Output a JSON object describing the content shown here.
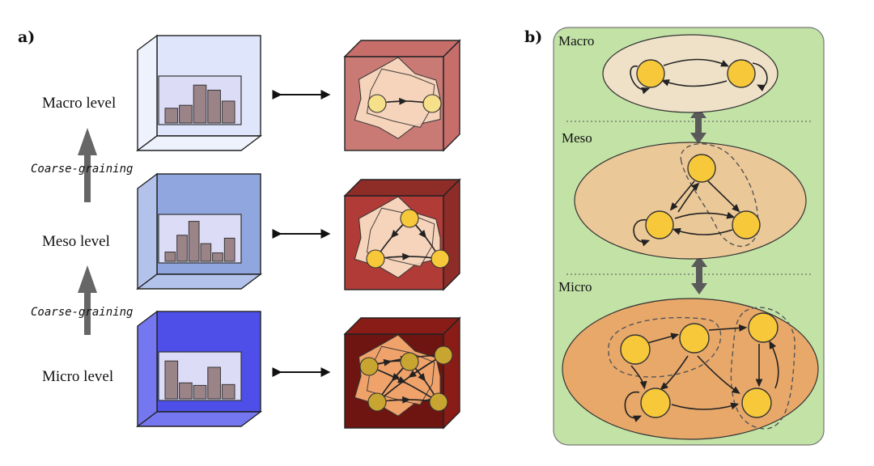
{
  "panel_a": {
    "label": "a)",
    "levels": [
      {
        "name": "Macro level",
        "face_color": "#dfe6fb",
        "side_color": "#eef2fd",
        "cube_color": "#c97a75",
        "cube_top": "#c76e6a",
        "bars": [
          0.35,
          0.42,
          0.9,
          0.78,
          0.52
        ]
      },
      {
        "name": "Meso level",
        "face_color": "#8fa6de",
        "side_color": "#b2c2ea",
        "cube_color": "#b13b36",
        "cube_top": "#8e2c28",
        "bars": [
          0.22,
          0.62,
          0.95,
          0.42,
          0.2,
          0.55
        ]
      },
      {
        "name": "Micro level",
        "face_color": "#4d4fe8",
        "side_color": "#7577f0",
        "cube_color": "#6e1512",
        "cube_top": "#8a1c17",
        "bars": [
          0.9,
          0.38,
          0.32,
          0.75,
          0.34
        ]
      }
    ],
    "coarse_graining": [
      "Coarse-graining",
      "Coarse-graining"
    ]
  },
  "panel_b": {
    "label": "b)",
    "levels": [
      "Macro",
      "Meso",
      "Micro"
    ],
    "background": "#c2e2a6",
    "ellipse_colors": [
      "#efe1c8",
      "#ebc898",
      "#e8a86a"
    ],
    "node_color": "#f7c83a"
  }
}
